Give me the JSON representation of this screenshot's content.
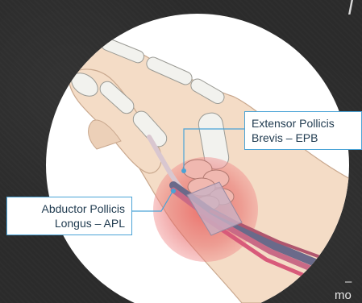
{
  "labels": {
    "apl": {
      "line1": "Abductor Pollicis",
      "line2": "Longus – APL"
    },
    "epb": {
      "line1": "Extensor Pollicis",
      "line2": "Brevis – EPB"
    }
  },
  "edge_text": {
    "top_right": "I",
    "bottom_right_1": "–",
    "bottom_right_2": "mo"
  },
  "colors": {
    "background": "#2b2b2b",
    "circle": "#ffffff",
    "skin": "#f4dcc6",
    "bone": "#f2f2ee",
    "inflammation": "#e84c4c",
    "tendon": "#c96a86",
    "leader_line": "#4aa3d6"
  }
}
